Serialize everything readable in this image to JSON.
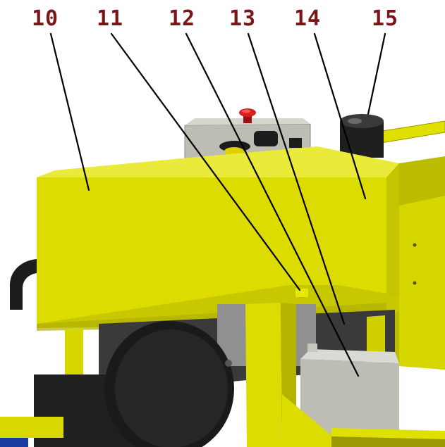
{
  "colors": {
    "label": "#7a1518",
    "machine_yellow": "#dcdc00",
    "machine_yellow_dark": "#a8a800",
    "machine_yellow_light": "#eaea3a",
    "motor_black": "#1c1c1c",
    "steel_grey": "#b8b8b0",
    "steel_dark": "#707070",
    "button_red": "#d81e1e",
    "accent_blue": "#1a3aa0"
  },
  "callouts": [
    {
      "id": "10",
      "label": "10"
    },
    {
      "id": "11",
      "label": "11"
    },
    {
      "id": "12",
      "label": "12"
    },
    {
      "id": "13",
      "label": "13"
    },
    {
      "id": "14",
      "label": "14"
    },
    {
      "id": "15",
      "label": "15"
    }
  ]
}
